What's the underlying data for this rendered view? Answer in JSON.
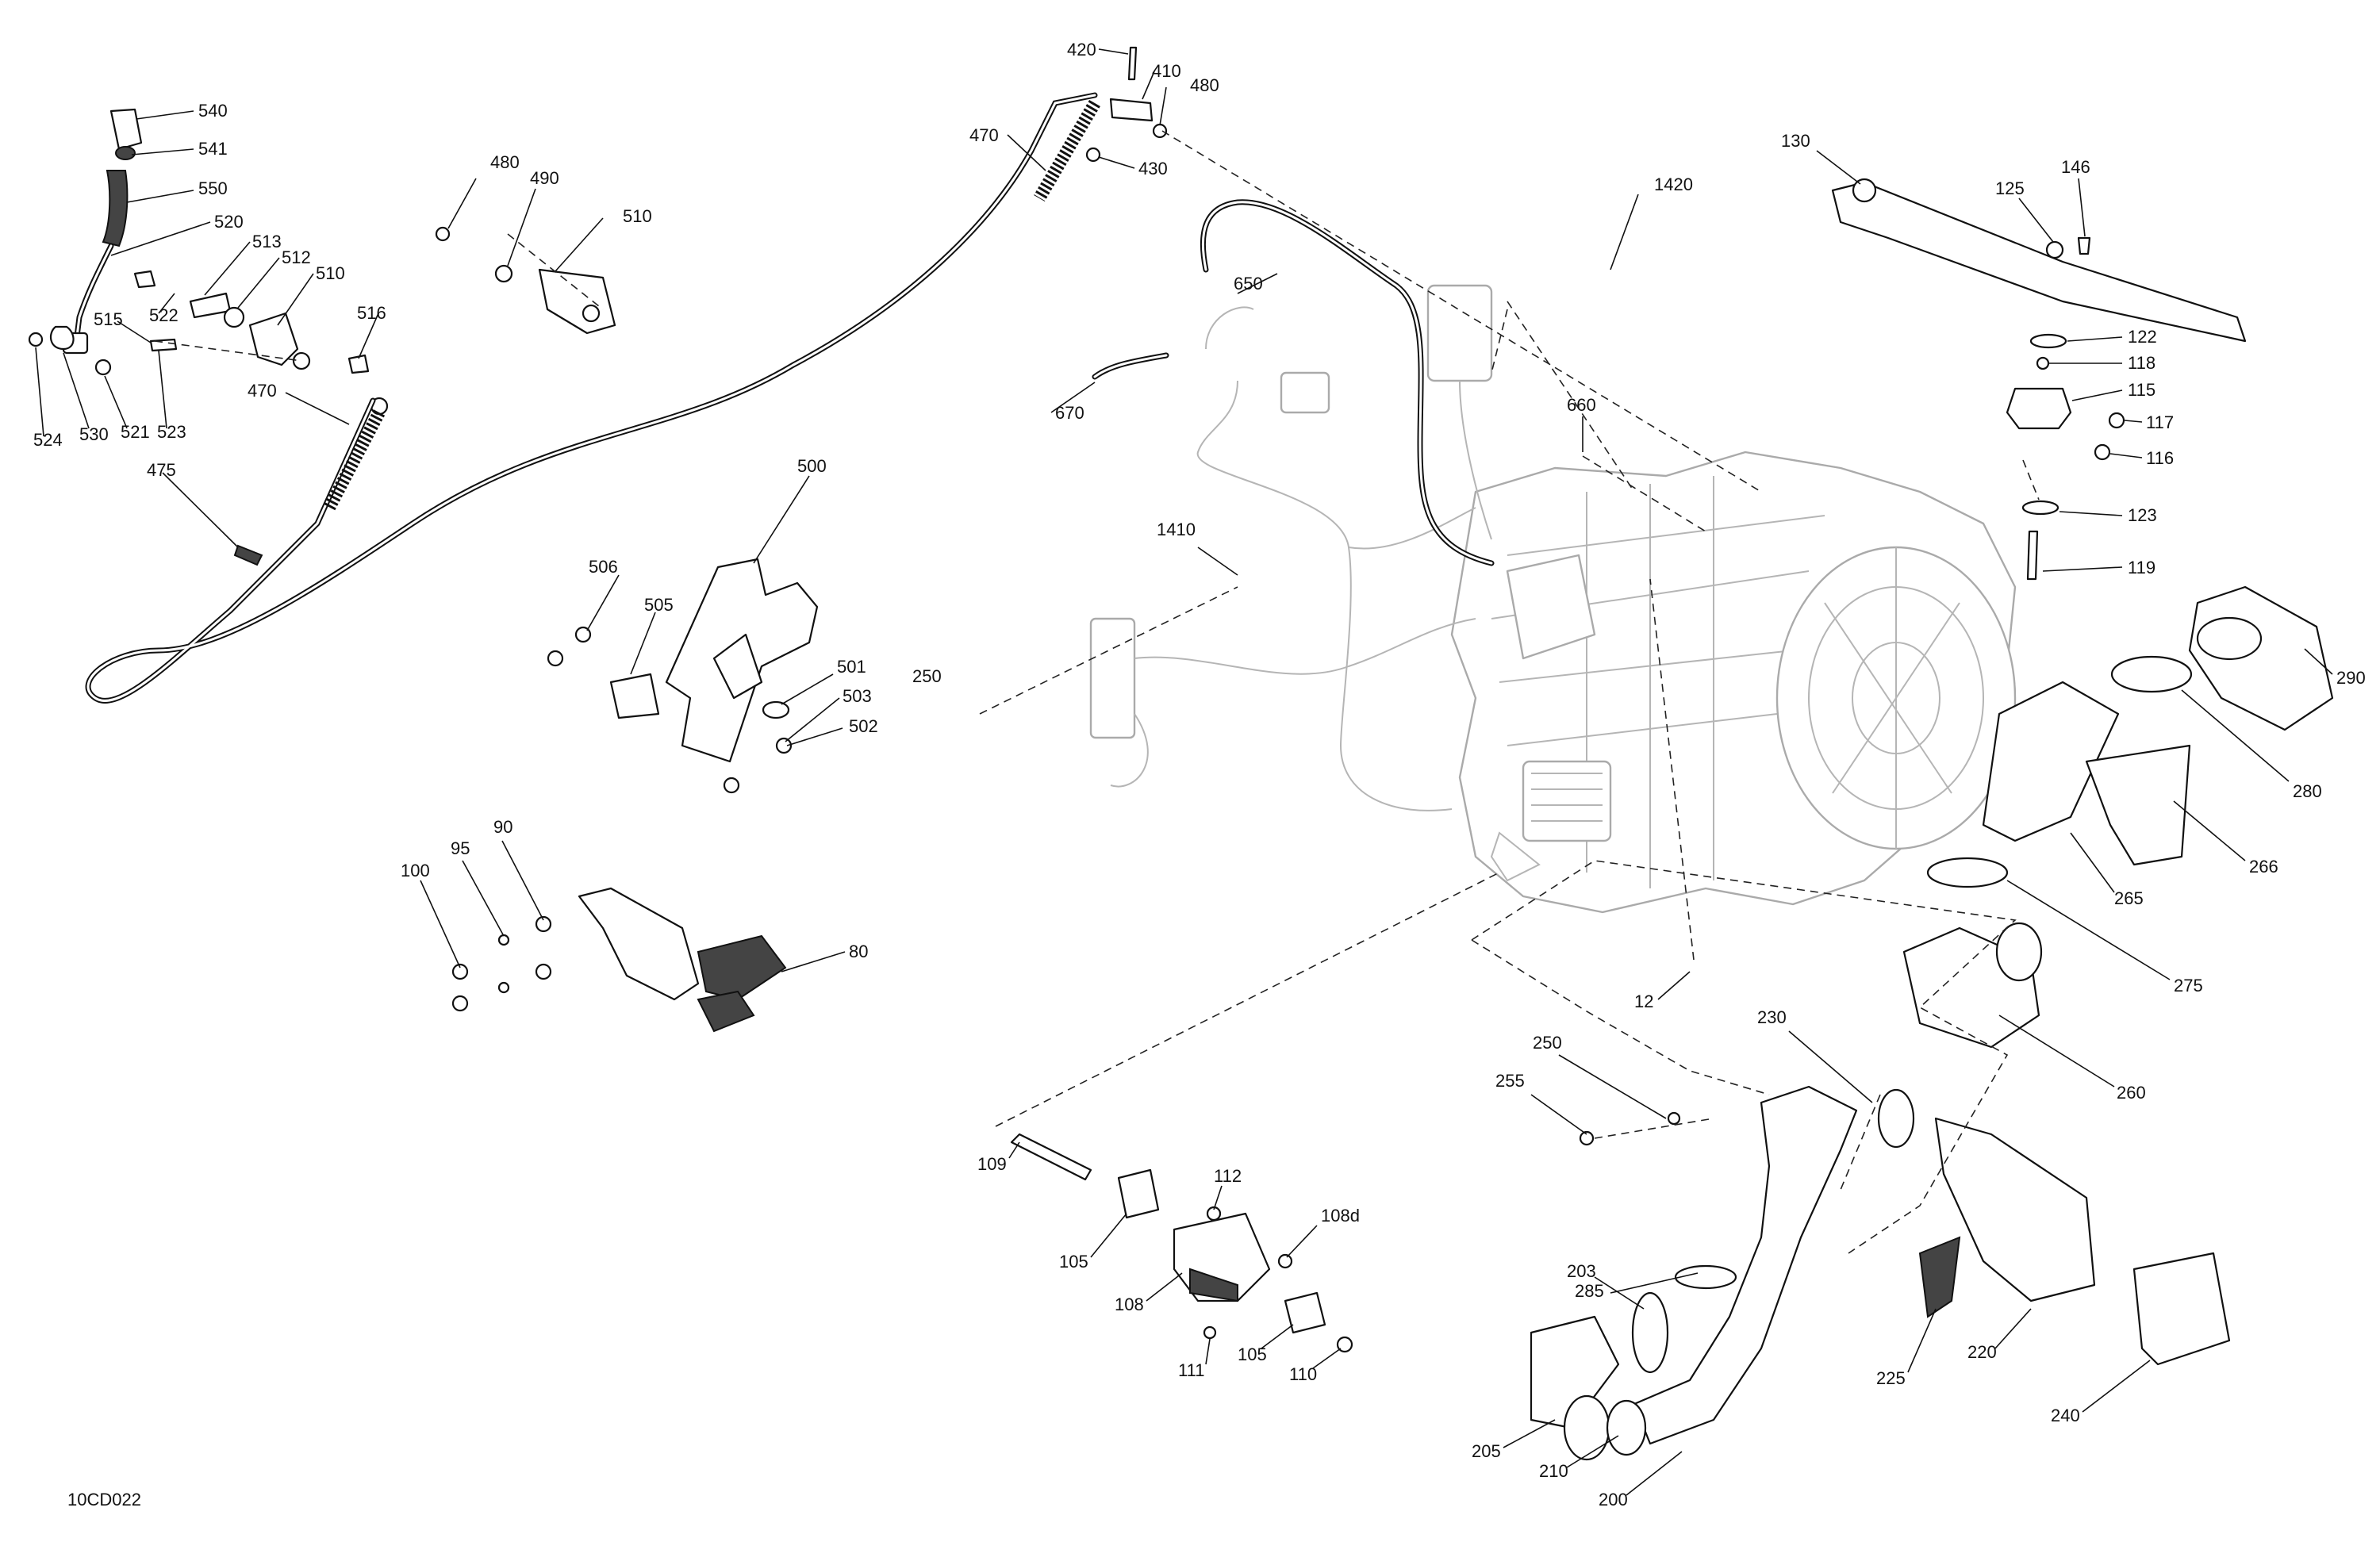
{
  "figure_code": "10CD022",
  "callouts": [
    {
      "id": "c540",
      "label": "540"
    },
    {
      "id": "c541",
      "label": "541"
    },
    {
      "id": "c550",
      "label": "550"
    },
    {
      "id": "c520",
      "label": "520"
    },
    {
      "id": "c513",
      "label": "513"
    },
    {
      "id": "c512",
      "label": "512"
    },
    {
      "id": "c510a",
      "label": "510"
    },
    {
      "id": "c515",
      "label": "515"
    },
    {
      "id": "c522",
      "label": "522"
    },
    {
      "id": "c516",
      "label": "516"
    },
    {
      "id": "c524",
      "label": "524"
    },
    {
      "id": "c530",
      "label": "530"
    },
    {
      "id": "c521",
      "label": "521"
    },
    {
      "id": "c523",
      "label": "523"
    },
    {
      "id": "c470a",
      "label": "470"
    },
    {
      "id": "c475",
      "label": "475"
    },
    {
      "id": "c480a",
      "label": "480"
    },
    {
      "id": "c490",
      "label": "490"
    },
    {
      "id": "c510b",
      "label": "510"
    },
    {
      "id": "c420",
      "label": "420"
    },
    {
      "id": "c410",
      "label": "410"
    },
    {
      "id": "c480b",
      "label": "480"
    },
    {
      "id": "c470b",
      "label": "470"
    },
    {
      "id": "c430",
      "label": "430"
    },
    {
      "id": "c650",
      "label": "650"
    },
    {
      "id": "c670",
      "label": "670"
    },
    {
      "id": "c1420",
      "label": "1420"
    },
    {
      "id": "c660",
      "label": "660"
    },
    {
      "id": "c1410",
      "label": "1410"
    },
    {
      "id": "c250a",
      "label": "250"
    },
    {
      "id": "c500",
      "label": "500"
    },
    {
      "id": "c506",
      "label": "506"
    },
    {
      "id": "c505",
      "label": "505"
    },
    {
      "id": "c501",
      "label": "501"
    },
    {
      "id": "c503",
      "label": "503"
    },
    {
      "id": "c502",
      "label": "502"
    },
    {
      "id": "c90",
      "label": "90"
    },
    {
      "id": "c95",
      "label": "95"
    },
    {
      "id": "c100",
      "label": "100"
    },
    {
      "id": "c80",
      "label": "80"
    },
    {
      "id": "c130",
      "label": "130"
    },
    {
      "id": "c146",
      "label": "146"
    },
    {
      "id": "c125",
      "label": "125"
    },
    {
      "id": "c122",
      "label": "122"
    },
    {
      "id": "c118",
      "label": "118"
    },
    {
      "id": "c115",
      "label": "115"
    },
    {
      "id": "c117",
      "label": "117"
    },
    {
      "id": "c116",
      "label": "116"
    },
    {
      "id": "c123",
      "label": "123"
    },
    {
      "id": "c119",
      "label": "119"
    },
    {
      "id": "c290",
      "label": "290"
    },
    {
      "id": "c280",
      "label": "280"
    },
    {
      "id": "c266",
      "label": "266"
    },
    {
      "id": "c265",
      "label": "265"
    },
    {
      "id": "c275",
      "label": "275"
    },
    {
      "id": "c260",
      "label": "260"
    },
    {
      "id": "c12",
      "label": "12"
    },
    {
      "id": "c230",
      "label": "230"
    },
    {
      "id": "c250b",
      "label": "250"
    },
    {
      "id": "c255",
      "label": "255"
    },
    {
      "id": "c285",
      "label": "285"
    },
    {
      "id": "c203",
      "label": "203"
    },
    {
      "id": "c205",
      "label": "205"
    },
    {
      "id": "c210",
      "label": "210"
    },
    {
      "id": "c200",
      "label": "200"
    },
    {
      "id": "c225",
      "label": "225"
    },
    {
      "id": "c220",
      "label": "220"
    },
    {
      "id": "c240",
      "label": "240"
    },
    {
      "id": "c109",
      "label": "109"
    },
    {
      "id": "c112",
      "label": "112"
    },
    {
      "id": "c108d",
      "label": "108d"
    },
    {
      "id": "c105a",
      "label": "105"
    },
    {
      "id": "c108",
      "label": "108"
    },
    {
      "id": "c111",
      "label": "111"
    },
    {
      "id": "c105b",
      "label": "105"
    },
    {
      "id": "c110",
      "label": "110"
    }
  ]
}
